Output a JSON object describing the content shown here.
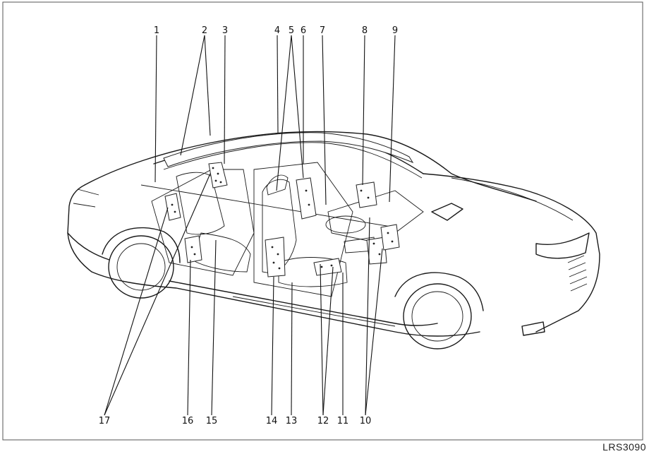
{
  "callouts": [
    {
      "num": "1"
    },
    {
      "num": "2"
    },
    {
      "num": "3"
    },
    {
      "num": "4"
    },
    {
      "num": "5"
    },
    {
      "num": "6"
    },
    {
      "num": "7"
    },
    {
      "num": "8"
    },
    {
      "num": "9"
    },
    {
      "num": "10"
    },
    {
      "num": "11"
    },
    {
      "num": "12"
    },
    {
      "num": "13"
    },
    {
      "num": "14"
    },
    {
      "num": "15"
    },
    {
      "num": "16"
    },
    {
      "num": "17"
    }
  ],
  "figure_code": "LRS3090"
}
